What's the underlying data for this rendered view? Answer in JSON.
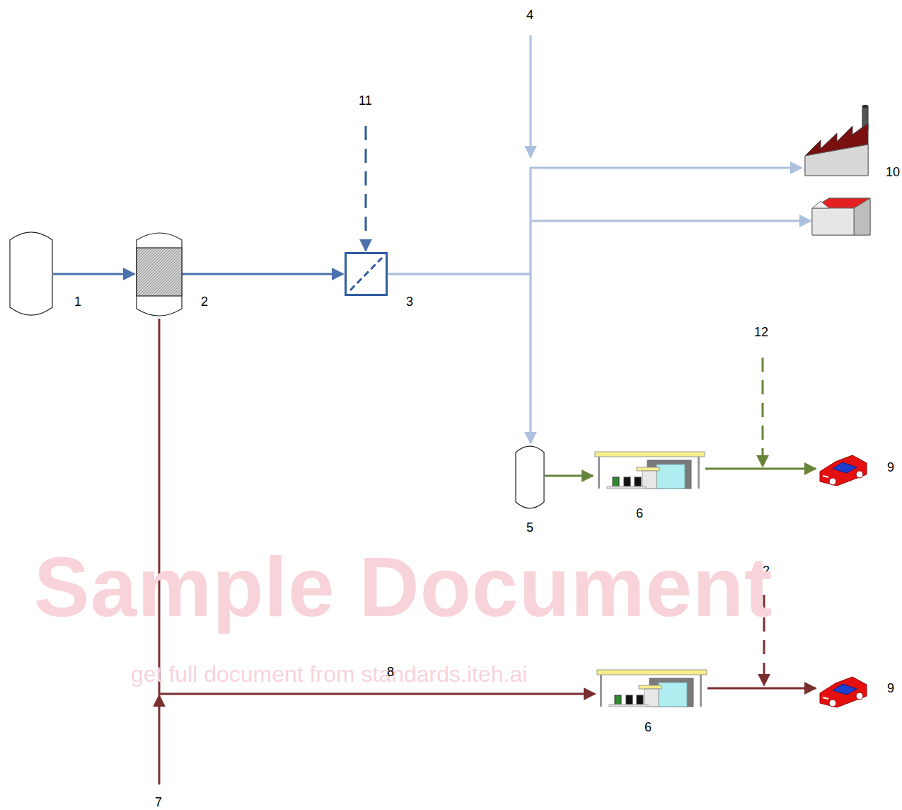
{
  "diagram": {
    "nodes": [
      {
        "text": [
          "1"
        ]
      },
      {
        "text": [
          "2"
        ]
      },
      {
        "text": [
          "3"
        ]
      },
      {
        "text": [
          "10"
        ]
      },
      {
        "text": [
          "5"
        ]
      },
      {
        "text": [
          "6"
        ]
      },
      {
        "text": [
          "9"
        ]
      },
      {
        "text": [
          "6"
        ]
      },
      {
        "text": [
          "9"
        ]
      }
    ],
    "edges": [
      {
        "from": 0,
        "to": 1,
        "arrow": "to"
      },
      {
        "from": 1,
        "to": 2,
        "arrow": "to"
      },
      {
        "from": 2,
        "to": 3,
        "arrow": "to"
      },
      {
        "from": 2,
        "to": 4,
        "arrow": "to"
      },
      {
        "from": 4,
        "to": 5,
        "arrow": "to"
      },
      {
        "from": 5,
        "to": 6,
        "arrow": "to"
      },
      {
        "from": 1,
        "to": 7,
        "label": "8",
        "arrow": "to"
      },
      {
        "from": 7,
        "to": 8,
        "arrow": "to"
      }
    ],
    "labels": [
      "4",
      "11",
      "7",
      "12",
      "12",
      "Sample Document",
      "get full document from standards.iteh.ai"
    ]
  }
}
